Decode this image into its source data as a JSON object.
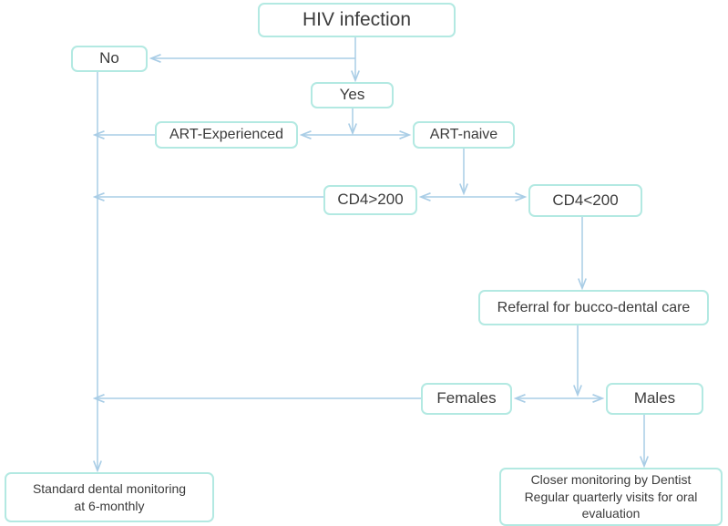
{
  "diagram": {
    "title": "HIV infection dental care decision flowchart",
    "colors": {
      "node_border": "#b3e9e2",
      "node_fill": "#ffffff",
      "edge": "#a9cde6",
      "text": "#3b3b3b",
      "background": "#ffffff"
    },
    "nodes": {
      "hiv_infection": "HIV infection",
      "no": "No",
      "yes": "Yes",
      "art_experienced": "ART-Experienced",
      "art_naive": "ART-naive",
      "cd4_gt_200": "CD4>200",
      "cd4_lt_200": "CD4<200",
      "referral": "Referral for bucco-dental care",
      "females": "Females",
      "males": "Males",
      "standard_monitoring": "Standard dental monitoring\nat 6-monthly",
      "closer_monitoring": "Closer monitoring by Dentist\nRegular quarterly visits for oral\nevaluation"
    },
    "edges": [
      {
        "from": "hiv_infection",
        "to": "yes"
      },
      {
        "from": "hiv_infection",
        "to": "no"
      },
      {
        "from": "yes",
        "to": "art_experienced"
      },
      {
        "from": "yes",
        "to": "art_naive"
      },
      {
        "from": "art_experienced",
        "to": "no"
      },
      {
        "from": "art_naive",
        "to": "cd4_gt_200"
      },
      {
        "from": "art_naive",
        "to": "cd4_lt_200"
      },
      {
        "from": "cd4_gt_200",
        "to": "no"
      },
      {
        "from": "cd4_lt_200",
        "to": "referral"
      },
      {
        "from": "referral",
        "to": "females"
      },
      {
        "from": "referral",
        "to": "males"
      },
      {
        "from": "females",
        "to": "no"
      },
      {
        "from": "no",
        "to": "standard_monitoring"
      },
      {
        "from": "males",
        "to": "closer_monitoring"
      }
    ]
  }
}
